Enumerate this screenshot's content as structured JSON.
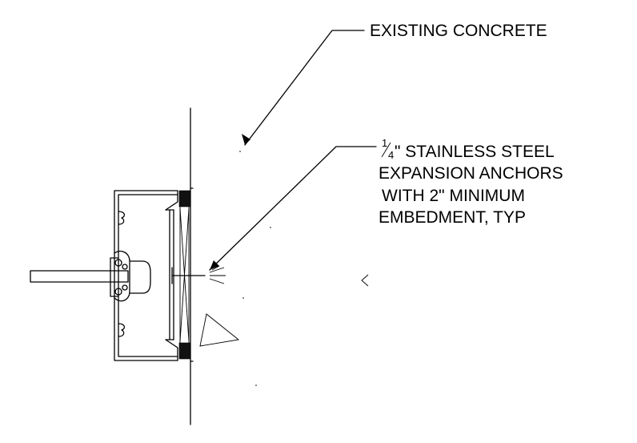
{
  "labels": {
    "existing_concrete": "EXISTING CONCRETE",
    "anchor_line1_fraction_num": "1",
    "anchor_line1_fraction_den": "4",
    "anchor_line1_text": "\" STAINLESS STEEL",
    "anchor_line2": "EXPANSION ANCHORS",
    "anchor_line3": "WITH 2\" MINIMUM",
    "anchor_line4": "EMBEDMENT, TYP"
  },
  "colors": {
    "ink": "#000000",
    "background": "#ffffff"
  }
}
